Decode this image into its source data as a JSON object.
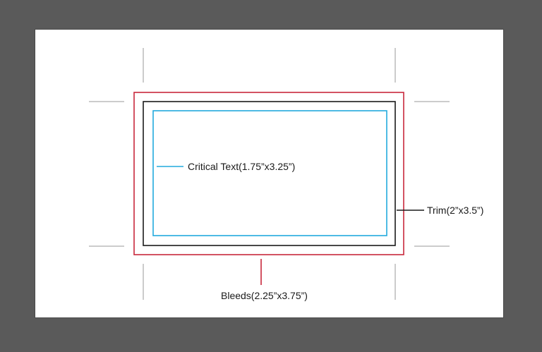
{
  "labels": {
    "critical_text": "Critical Text(1.75”x3.25”)",
    "trim": "Trim(2”x3.5”)",
    "bleeds": "Bleeds(2.25”x3.75”)"
  },
  "colors": {
    "canvas": "#5a5a5a",
    "artboard": "#ffffff",
    "bleed": "#c8283c",
    "trim": "#1a1a1a",
    "critical_text": "#22aadd",
    "crop_marks": "#9a9a9a"
  }
}
